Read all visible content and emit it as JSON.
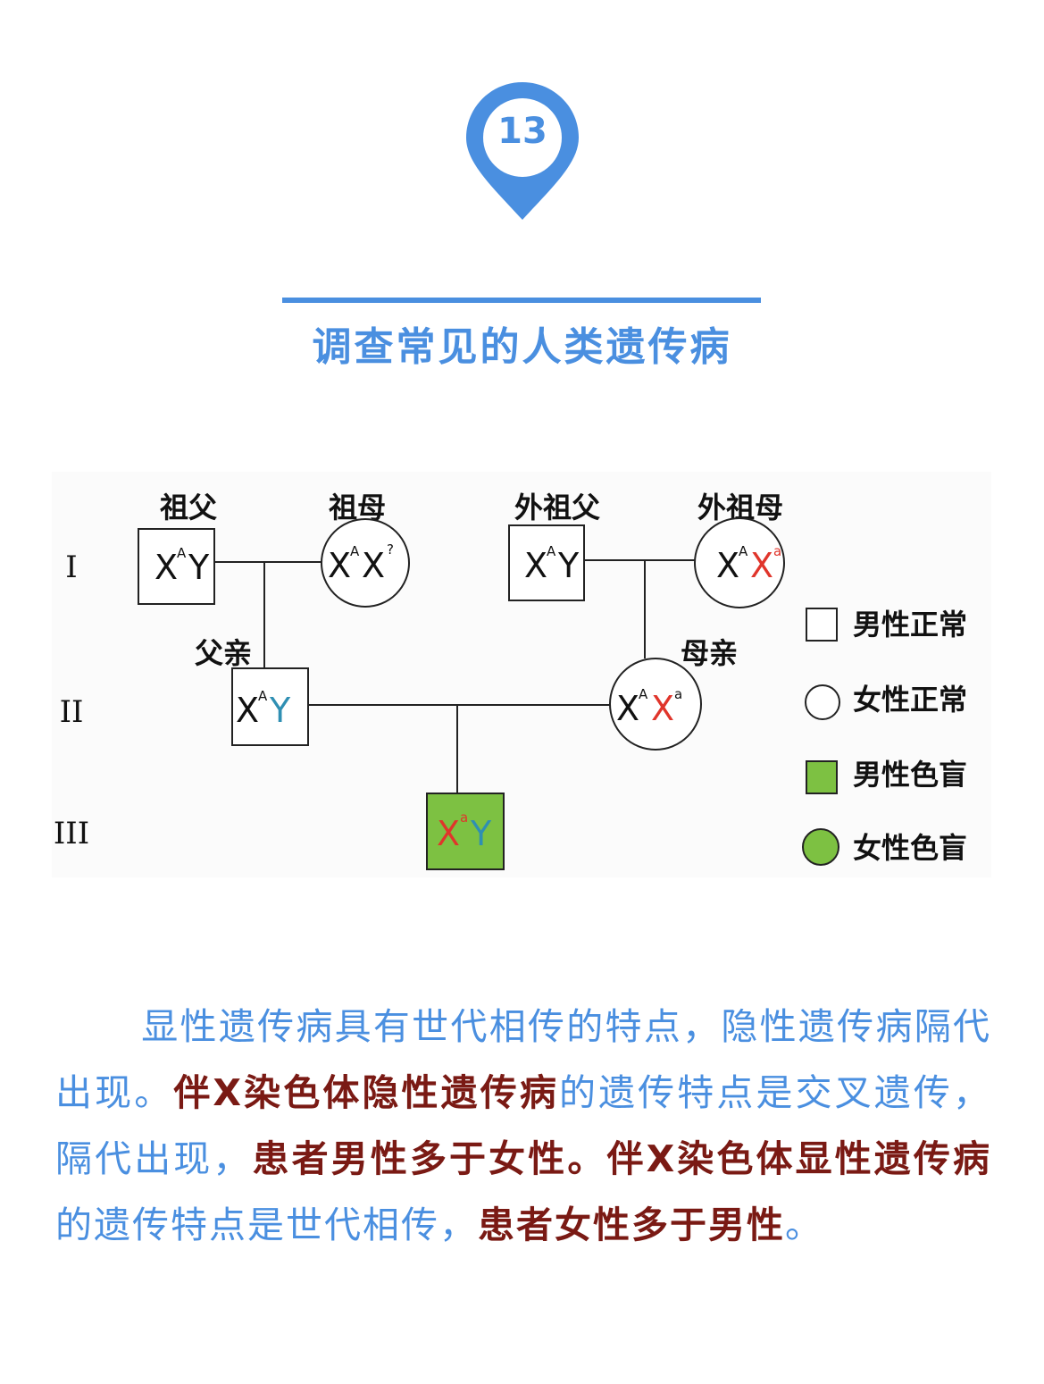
{
  "badge": {
    "number": "13"
  },
  "title": "调查常见的人类遗传病",
  "diagram": {
    "generations": [
      "I",
      "II",
      "III"
    ],
    "people": {
      "grandfather": {
        "label": "祖父",
        "X": "X",
        "xsup": "A",
        "Y": "Y"
      },
      "grandmother": {
        "label": "祖母",
        "X1": "X",
        "x1sup": "A",
        "X2": "X",
        "x2sup": "?"
      },
      "maternal_grandfather": {
        "label": "外祖父",
        "X": "X",
        "xsup": "A",
        "Y": "Y"
      },
      "maternal_grandmother": {
        "label": "外祖母",
        "X1": "X",
        "x1sup": "A",
        "X2": "X",
        "x2sup": "a"
      },
      "father": {
        "label": "父亲",
        "X": "X",
        "xsup": "A",
        "Y": "Y"
      },
      "mother": {
        "label": "母亲",
        "X1": "X",
        "x1sup": "A",
        "X2": "X",
        "x2sup": "a"
      },
      "son": {
        "X": "X",
        "xsup": "a",
        "Y": "Y"
      }
    },
    "legend": [
      {
        "label": "男性正常",
        "shape": "square",
        "fill": "#ffffff"
      },
      {
        "label": "女性正常",
        "shape": "circle",
        "fill": "#ffffff"
      },
      {
        "label": "男性色盲",
        "shape": "square",
        "fill": "#7dc142"
      },
      {
        "label": "女性色盲",
        "shape": "circle",
        "fill": "#7dc142"
      }
    ],
    "colors": {
      "affected": "#7dc142",
      "recessive_allele": "#e0352b",
      "y_chrom_father": "#2f8fb3"
    }
  },
  "paragraph": {
    "s1": "显性遗传病具有世代相传的特点，隐性遗传病隔代出现。",
    "s2": "伴X染色体隐性遗传病",
    "s3": "的遗传特点是交叉遗传，隔代出现，",
    "s4": "患者男性多于女性。伴X染色体显性遗传病",
    "s5": "的遗传特点是世代相传，",
    "s6": "患者女性多于男性",
    "s7": "。"
  }
}
